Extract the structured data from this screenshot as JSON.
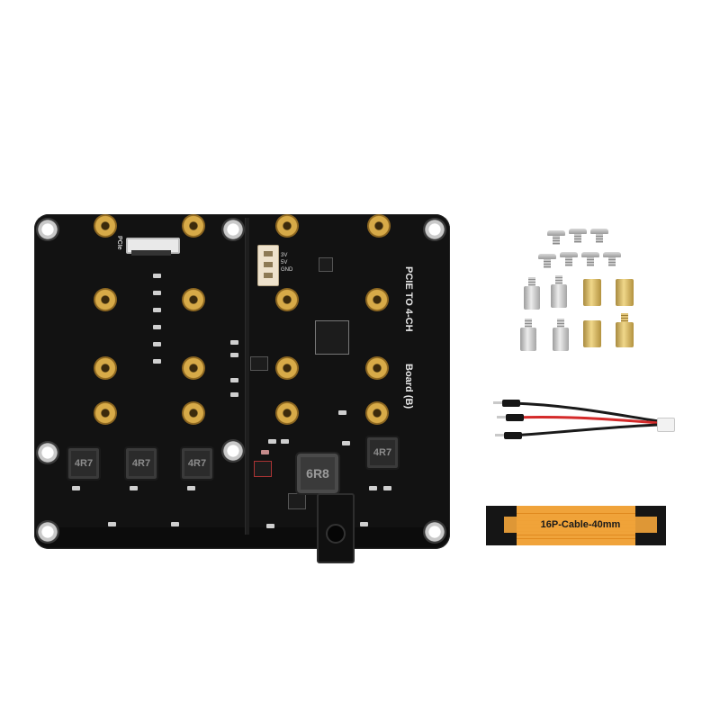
{
  "board": {
    "title": "PCIE TO 4-CH",
    "subtitle": "Board (B)",
    "pcie_label": "PCIe",
    "power_labels": [
      "3V",
      "5V",
      "GND"
    ],
    "inductor_labels": [
      "4R7",
      "4R7",
      "4R7",
      "4R7"
    ],
    "main_inductor_label": "6R8"
  },
  "cable": {
    "label": "16P-Cable-40mm"
  },
  "colors": {
    "pcb": "#121212",
    "gold_pad": "#d7aa48",
    "ribbon": "#f0a33a",
    "wire_red": "#d42a2a",
    "wire_black": "#1a1a1a"
  }
}
